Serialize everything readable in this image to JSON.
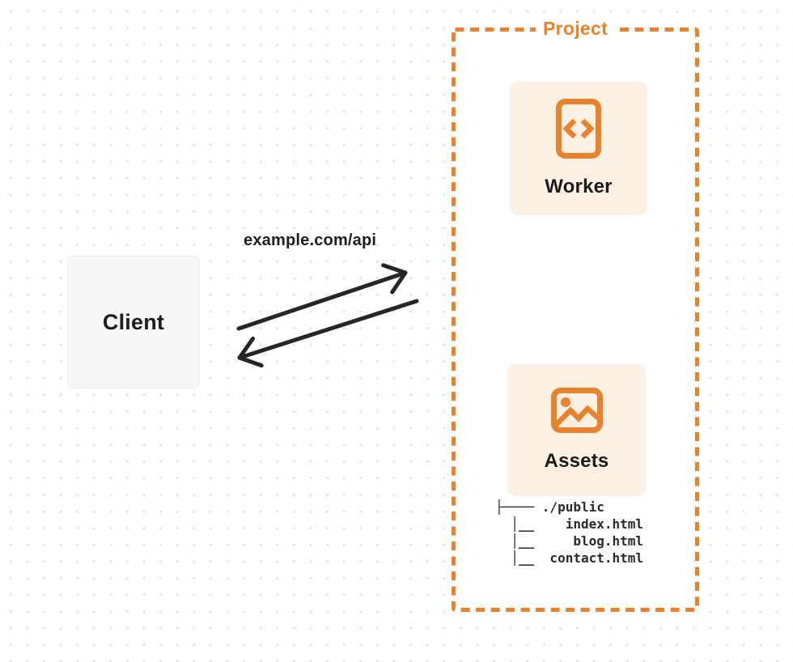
{
  "diagram": {
    "client": {
      "label": "Client"
    },
    "request": {
      "url_label": "example.com/api"
    },
    "project": {
      "title": "Project",
      "nodes": [
        {
          "label": "Worker",
          "icon": "code-file-icon"
        },
        {
          "label": "Assets",
          "icon": "image-icon"
        }
      ],
      "file_tree": "├──── ./public\n  │__    index.html\n  │__     blog.html\n  │__  contact.html"
    },
    "colors": {
      "accent": "#e8822d",
      "node_bg": "#fbf0e1",
      "client_bg": "#f5f6f6",
      "arrow": "#262626",
      "text": "#1d1d1f",
      "dot_grid": "#e4e4e4"
    }
  }
}
